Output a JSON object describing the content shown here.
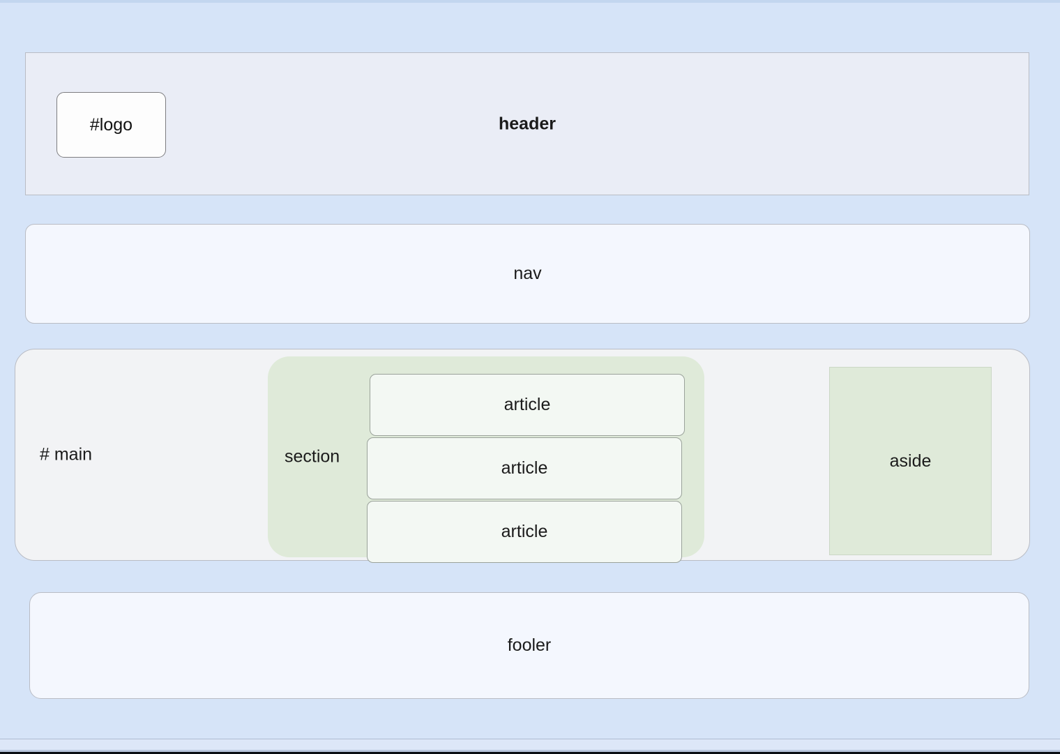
{
  "page": {
    "background_color": "#d6e4f8",
    "description": "HTML semantic page-structure layout diagram"
  },
  "header": {
    "label": "header",
    "background_color": "#eaedf6",
    "border_color": "#b9bcc4",
    "logo": {
      "label": "#logo",
      "background_color": "#fdfdfd",
      "border_color": "#7d7d80"
    }
  },
  "nav": {
    "label": "nav",
    "background_color": "#f4f7fe",
    "border_color": "#b9bcc4"
  },
  "main": {
    "label": "# main",
    "background_color": "#f2f3f5",
    "border_color": "#b9bcc4",
    "section": {
      "label": "section",
      "background_color": "#dfead9",
      "articles": [
        {
          "label": "article"
        },
        {
          "label": "article"
        },
        {
          "label": "article"
        }
      ]
    },
    "aside": {
      "label": "aside",
      "background_color": "#dfead9",
      "border_color": "#cbd7c5"
    }
  },
  "footer": {
    "label": "fooler",
    "background_color": "#f4f7fe",
    "border_color": "#b9bcc4"
  },
  "scrollbar": {
    "orientation": "horizontal",
    "track_color": "#b9c6dd",
    "background_color": "#dde7f8"
  }
}
